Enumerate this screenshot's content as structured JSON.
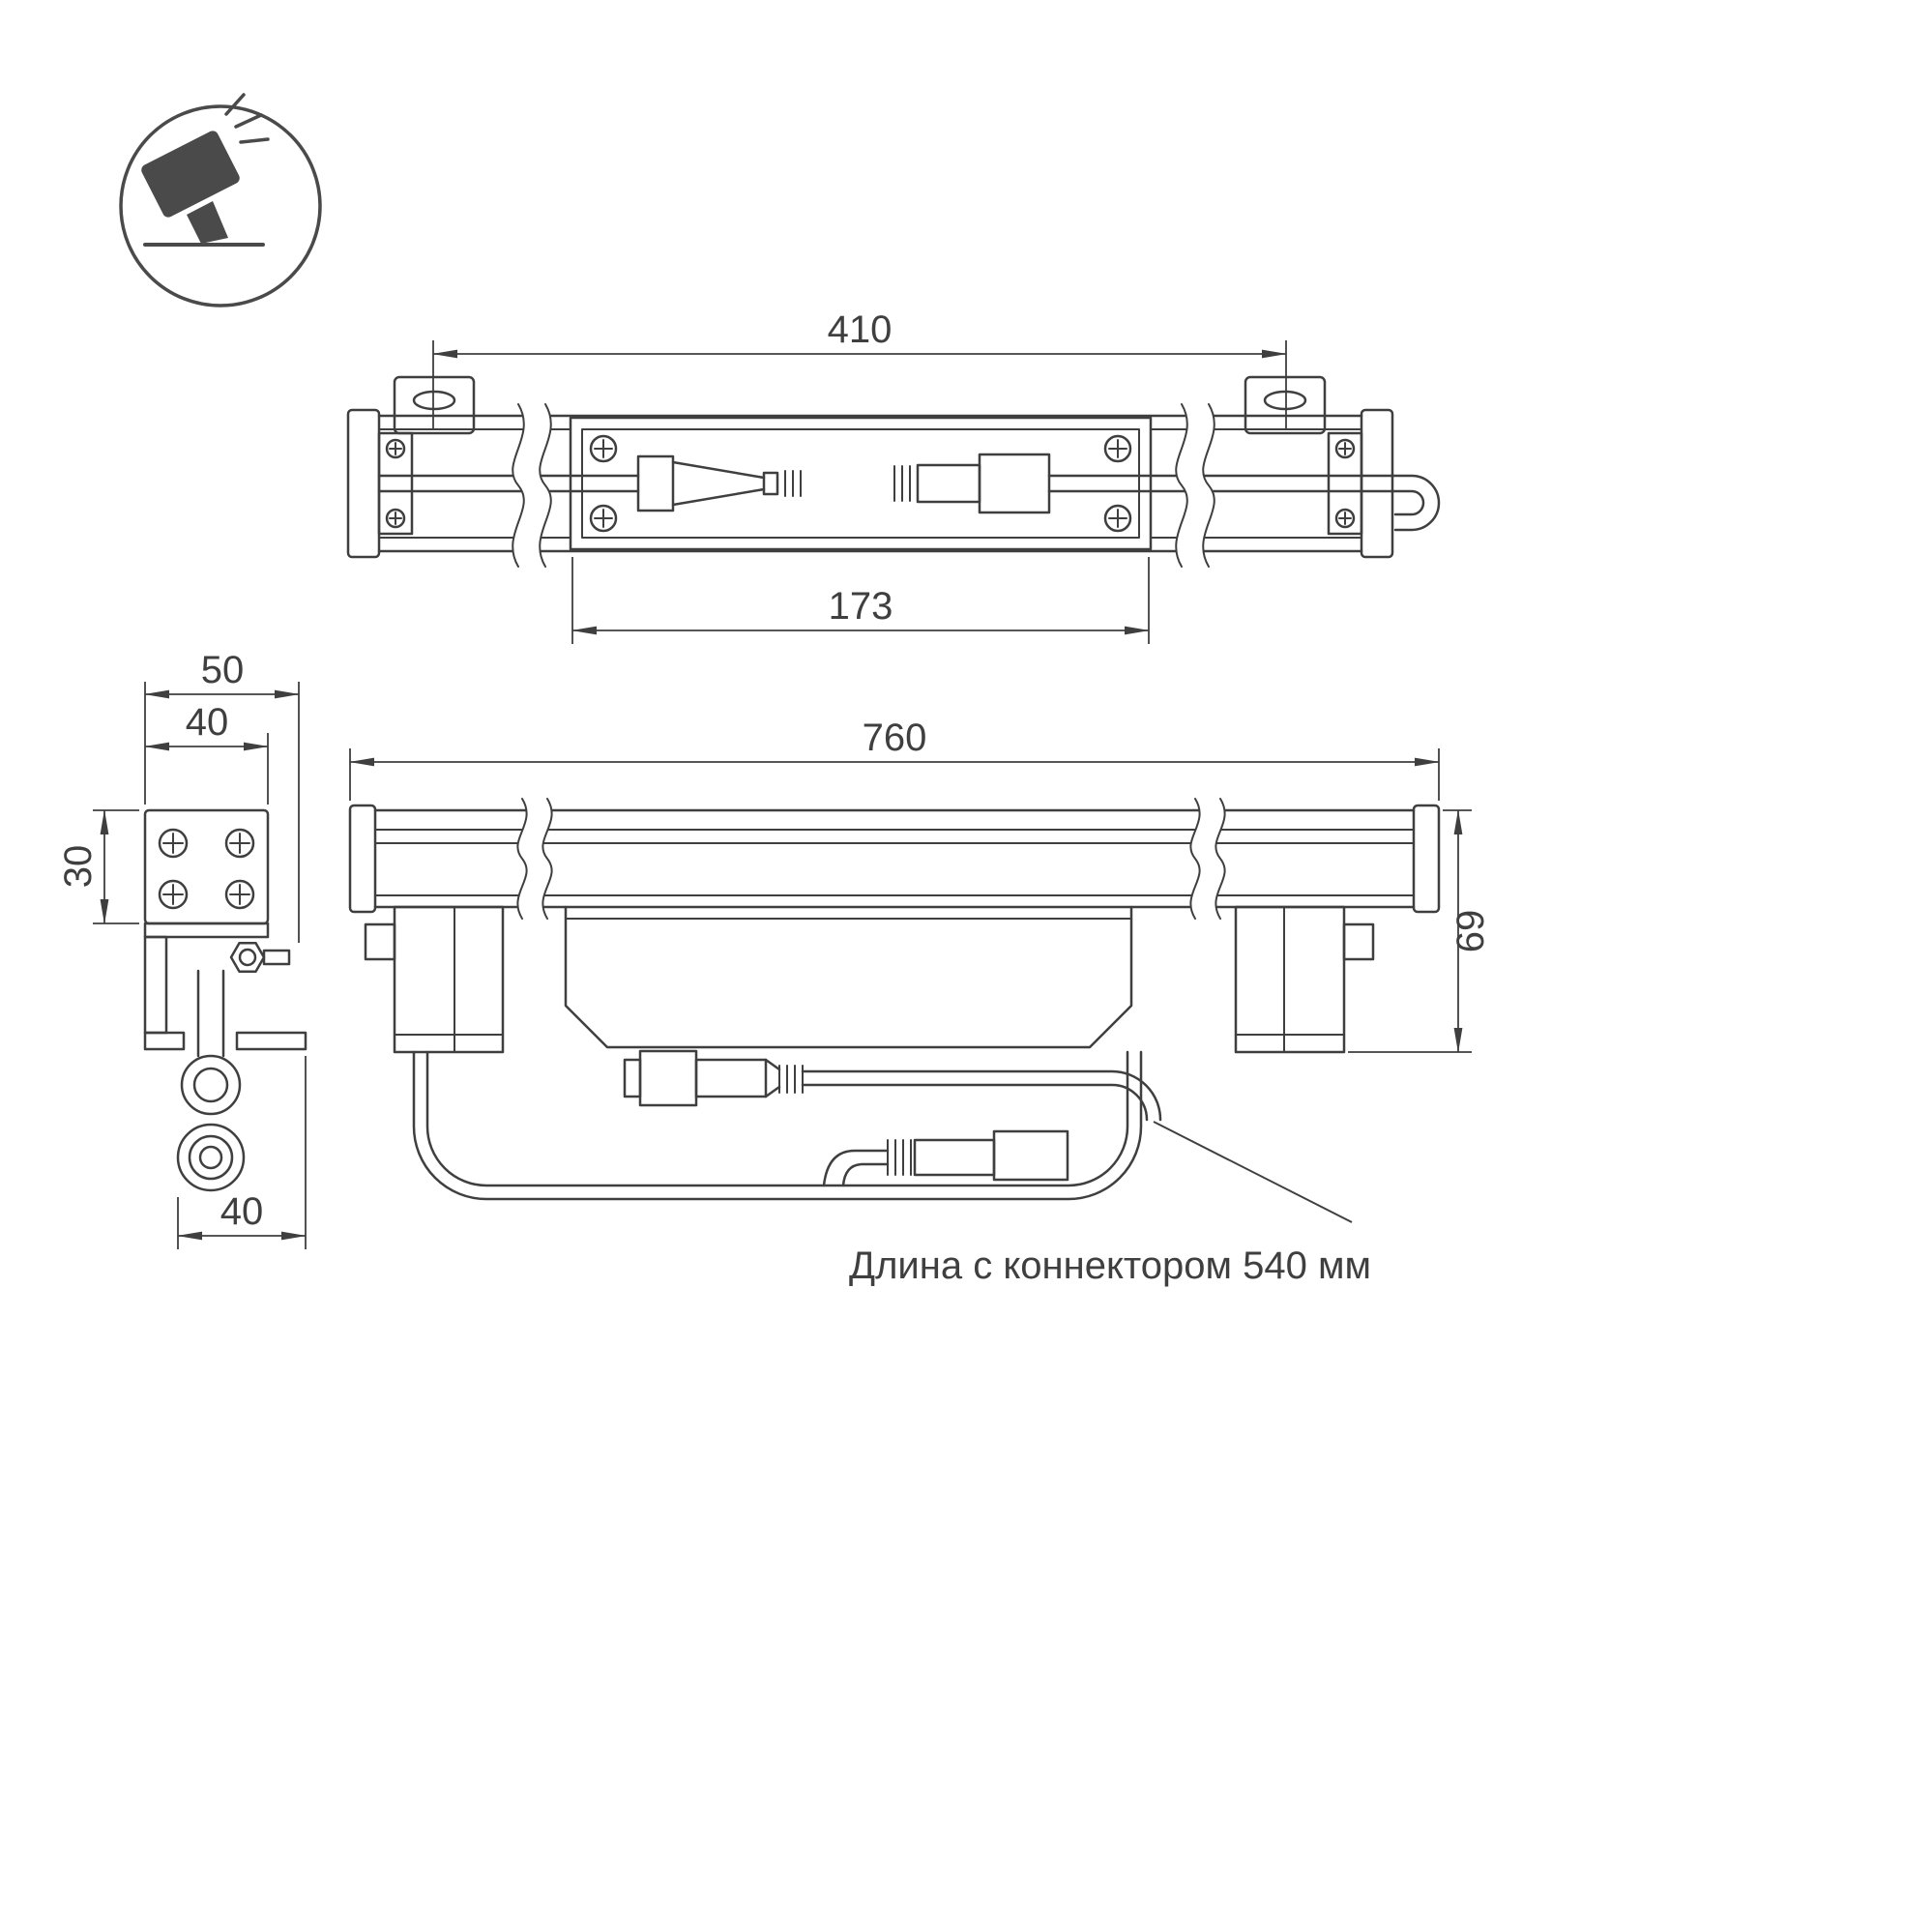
{
  "colors": {
    "line": "#3f3f3f",
    "icon": "#4a4a4a",
    "background": "#ffffff"
  },
  "icon": {
    "name": "tilted-floodlight-icon"
  },
  "dimensions": {
    "top_view_span": "410",
    "top_view_window": "173",
    "side_clamp_width": "50",
    "side_body_width": "40",
    "side_body_height": "30",
    "side_bottom_width": "40",
    "front_length": "760",
    "front_height": "69"
  },
  "annotation": {
    "connector_note": "Длина с коннектором 540 мм"
  }
}
